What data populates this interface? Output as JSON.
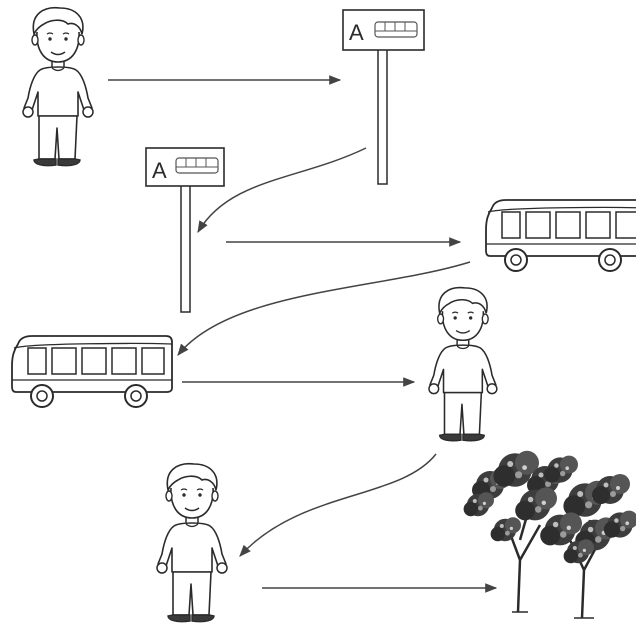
{
  "signs": [
    {
      "letter": "A",
      "icon": "bus-icon"
    },
    {
      "letter": "A",
      "icon": "bus-icon"
    }
  ],
  "figures": [
    "boy",
    "boy",
    "boy"
  ],
  "vehicles": [
    "bus",
    "bus"
  ],
  "scenery": [
    "tree",
    "tree"
  ],
  "colors": {
    "ink": "#2b2b2b",
    "arrow": "#444444",
    "leaves": "#3d3d3d",
    "paper": "#ffffff"
  }
}
